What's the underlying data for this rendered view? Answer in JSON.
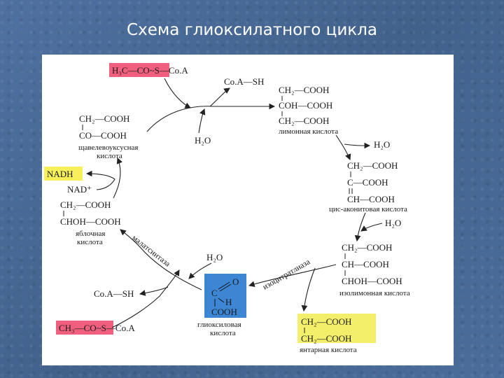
{
  "title": "Схема глиоксилатного цикла",
  "labels": {
    "acetyl_coa_top": "H₃C—CO~S—Co.A",
    "acetyl_coa_bottom": "CH₃—CO~S—Co.A",
    "coa_sh_top": "Co.A—SH",
    "coa_sh_bottom": "Co.A—SH",
    "h2o_1": "H₂O",
    "h2o_2": "H₂O",
    "h2o_3": "H₂O",
    "h2o_4": "H₂O",
    "nadh": "NADH",
    "nad": "NAD⁺"
  },
  "citrate": {
    "lines": [
      "CH₂—COOH",
      "COH—COOH",
      "CH₂—COOH"
    ],
    "caption": "лимонная кислота"
  },
  "cis_aconitate": {
    "lines": [
      "CH₂—COOH",
      "C—COOH",
      "CH—COOH"
    ],
    "caption": "цис-аконитовая кислота"
  },
  "isocitrate": {
    "lines": [
      "CH₂—COOH",
      "CH—COOH",
      "CHOH—COOH"
    ],
    "caption": "изолимонная кислота"
  },
  "succinate": {
    "lines": [
      "CH₂—COOH",
      "CH₂—COOH"
    ],
    "caption": "янтарная кислота"
  },
  "glyoxylate": {
    "lines": [
      "O",
      "C",
      "H",
      "COOH"
    ],
    "caption": [
      "глиоксиловая",
      "кислота"
    ]
  },
  "malate": {
    "lines": [
      "CH₂—COOH",
      "CHOH—COOH"
    ],
    "caption": [
      "яблочная",
      "кислота"
    ]
  },
  "oxaloacetate": {
    "lines": [
      "CH₂—COOH",
      "CO—COOH"
    ],
    "caption": [
      "щавелевоуксусная",
      "кислота"
    ]
  },
  "enzymes": {
    "isocitrate_lyase": "изоцитратлиаза",
    "malate_synthase": "малатсинтаза"
  },
  "highlight_colors": {
    "acetyl_coa": "#f0607e",
    "nadh": "#f7f05a",
    "glyoxylate": "#3d86d4",
    "succinate": "#f3ef6a"
  }
}
